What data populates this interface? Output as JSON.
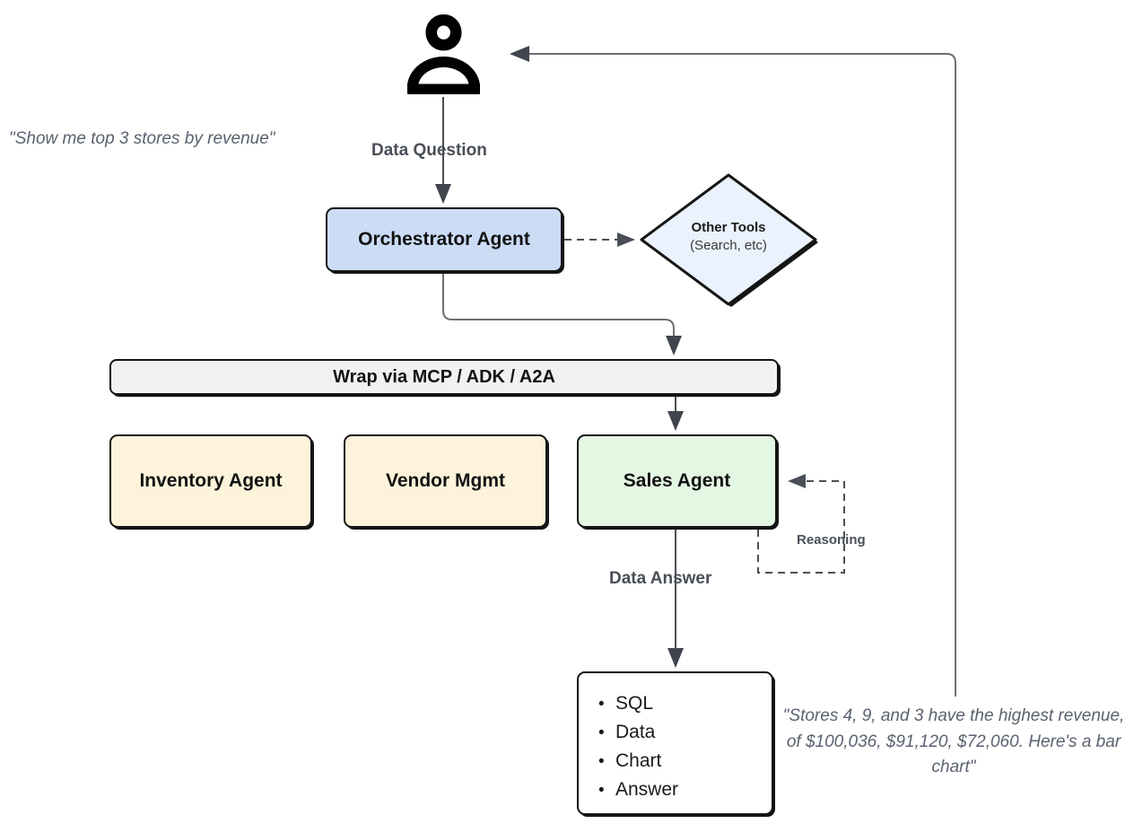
{
  "diagram": {
    "title": "Multi-agent data question orchestration flow",
    "nodes": {
      "user": {
        "icon": "person-icon"
      },
      "orchestrator": {
        "label": "Orchestrator Agent",
        "fill": "#ccdcf5"
      },
      "other_tools": {
        "label": "Other Tools",
        "sublabel": "(Search, etc)",
        "fill": "#eaf2fd"
      },
      "mcp_bar": {
        "label": "Wrap via MCP / ADK / A2A",
        "fill": "#f0f1f3"
      },
      "inventory_agent": {
        "label": "Inventory Agent",
        "fill": "#fcf3da"
      },
      "vendor_agent": {
        "label": "Vendor Mgmt",
        "fill": "#fcf3da"
      },
      "sales_agent": {
        "label": "Sales Agent",
        "fill": "#e4f7e3"
      },
      "output": {
        "items": [
          "SQL",
          "Data",
          "Chart",
          "Answer"
        ],
        "fill": "#ffffff"
      }
    },
    "edge_labels": {
      "data_question": "Data Question",
      "data_answer": "Data Answer",
      "reasoning": "Reasoning"
    },
    "annotations": {
      "user_quote": "\"Show me top 3 stores by revenue\"",
      "answer_quote": "\"Stores 4, 9, and 3 have the highest revenue, of $100,036, $91,120, $72,060. Here's a bar chart\""
    },
    "colors": {
      "stroke": "#151515",
      "edge": "#4a4f57",
      "quote_text": "#5a6270"
    }
  }
}
